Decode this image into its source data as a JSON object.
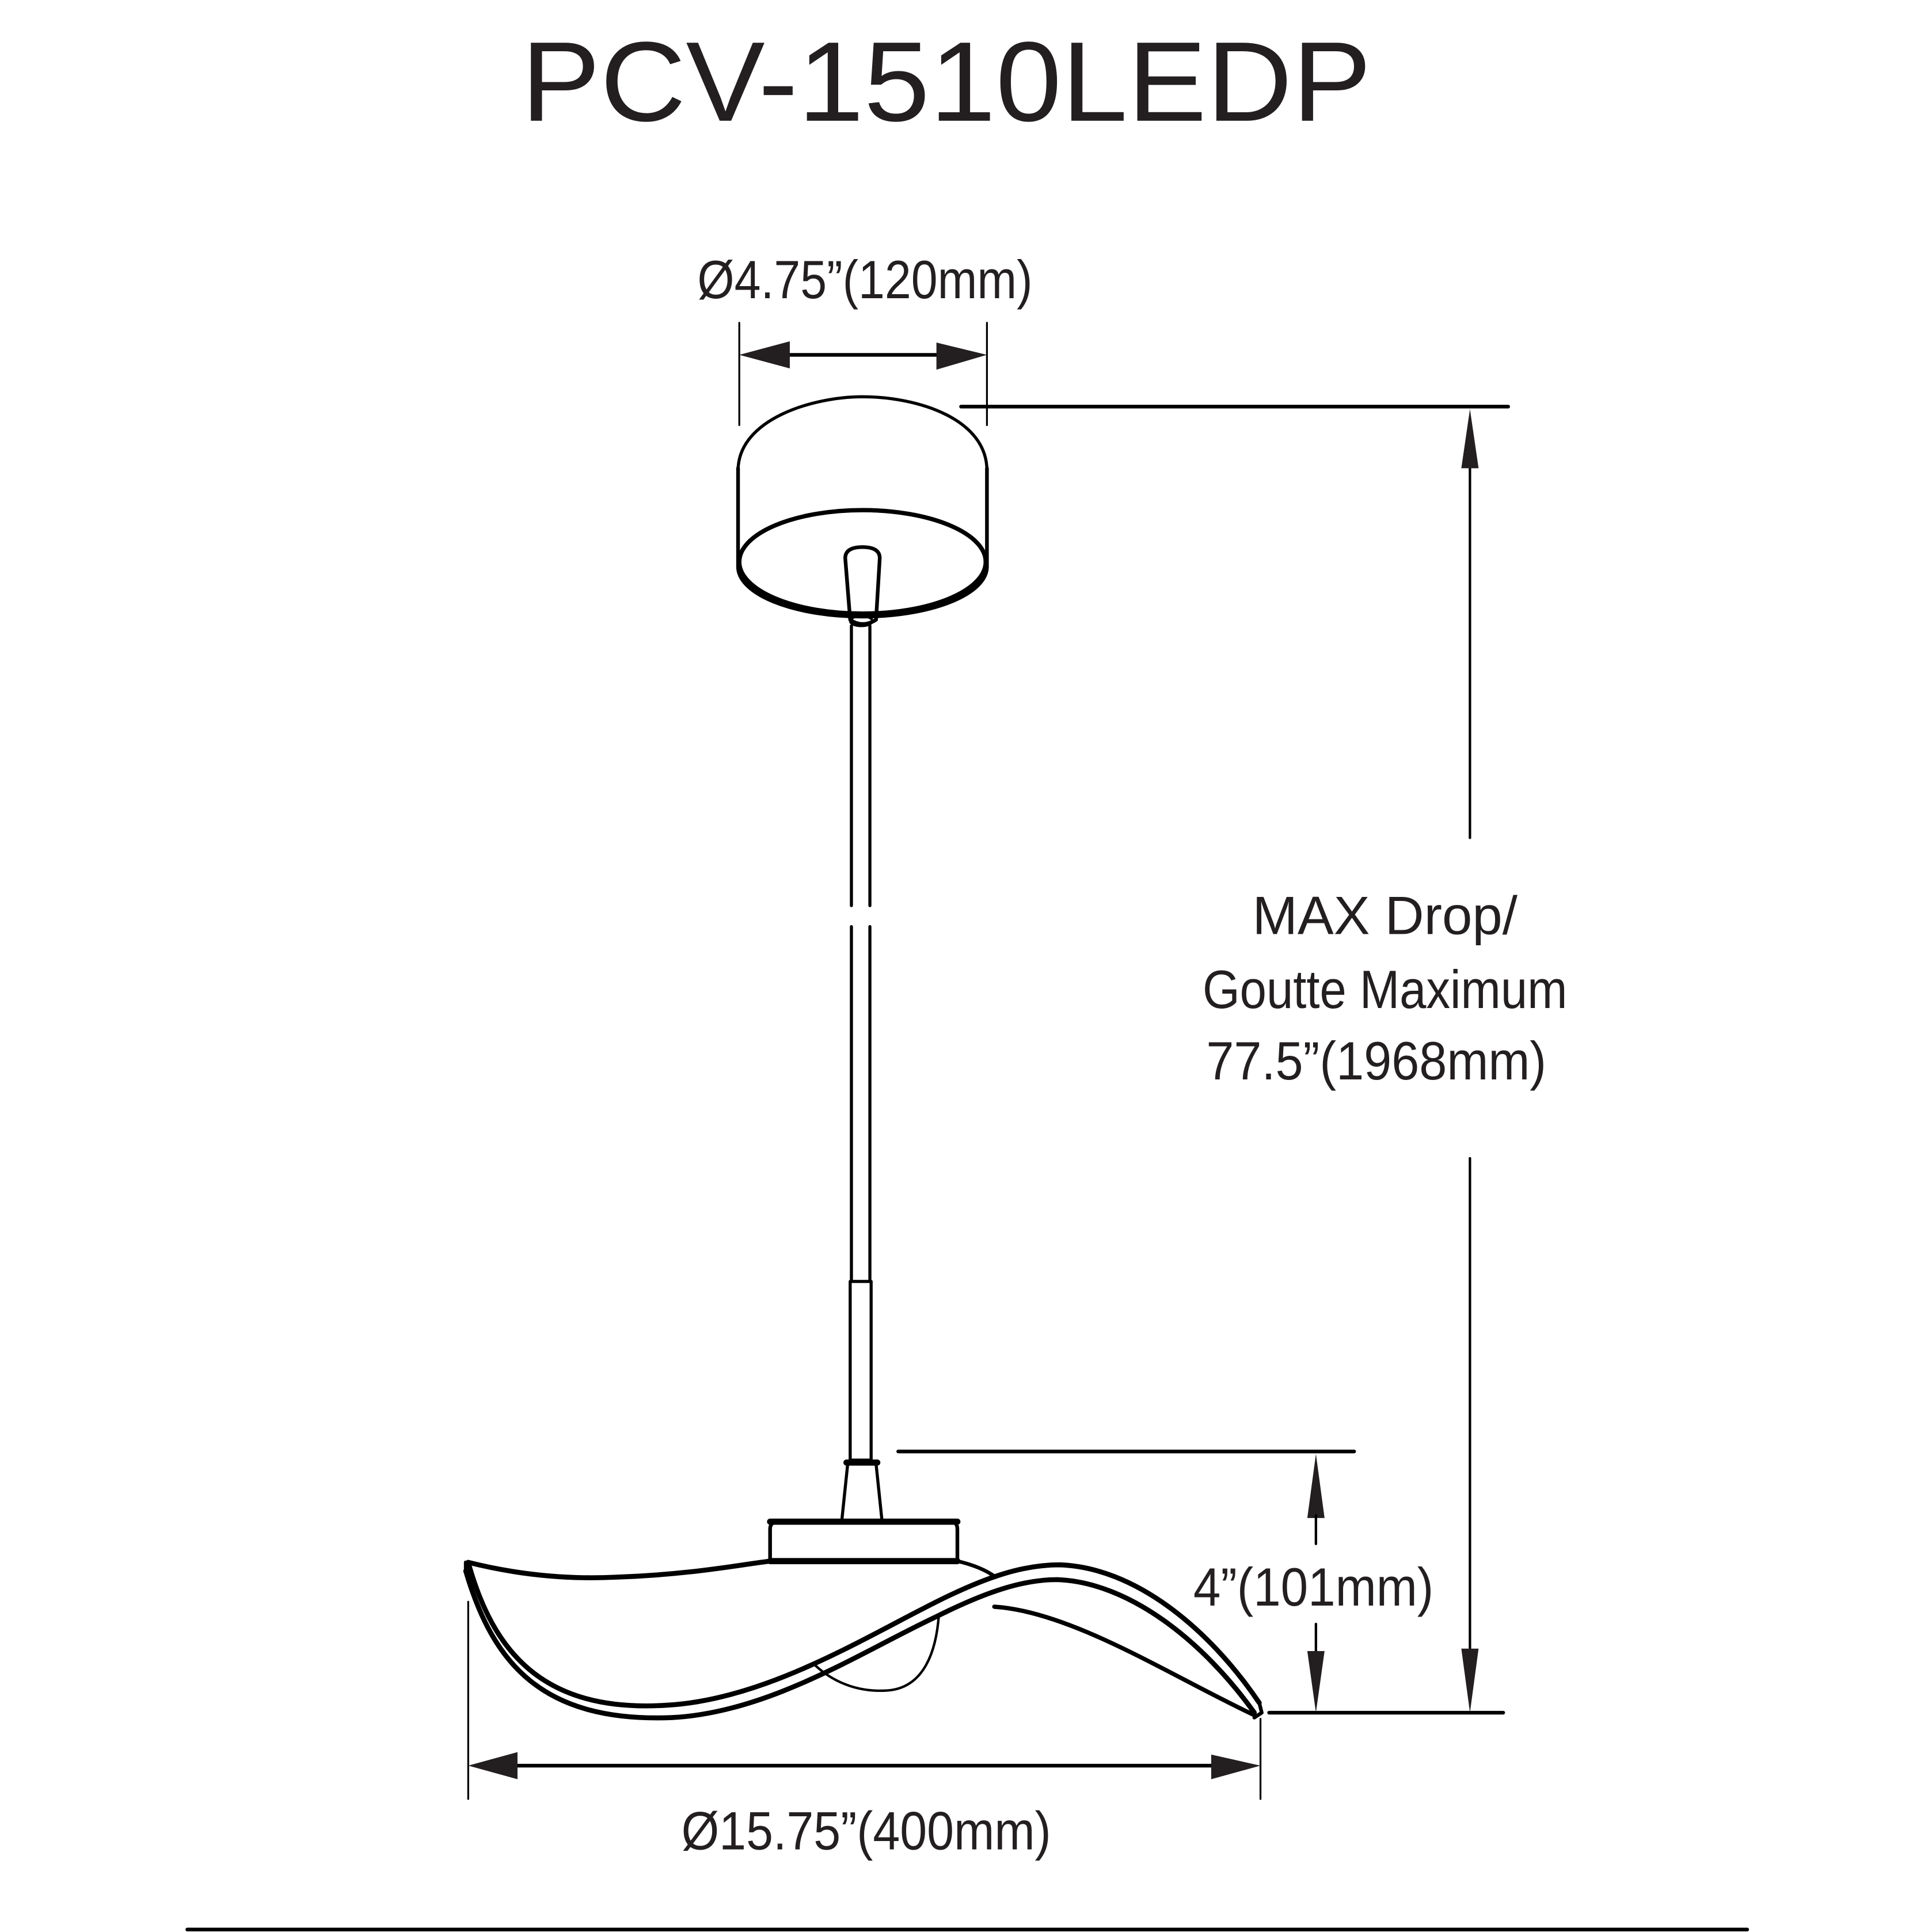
{
  "title": "PCV-1510LEDP",
  "dimensions": {
    "canopy_diameter": "Ø4.75”(120mm)",
    "max_drop_line1": "MAX Drop/",
    "max_drop_line2": "Goutte Maximum",
    "max_drop_line3": "77.5”(1968mm)",
    "shade_height": "4”(101mm)",
    "shade_diameter": "Ø15.75”(400mm)"
  },
  "colors": {
    "line": "#000000",
    "text": "#231f20",
    "background": "#ffffff"
  }
}
